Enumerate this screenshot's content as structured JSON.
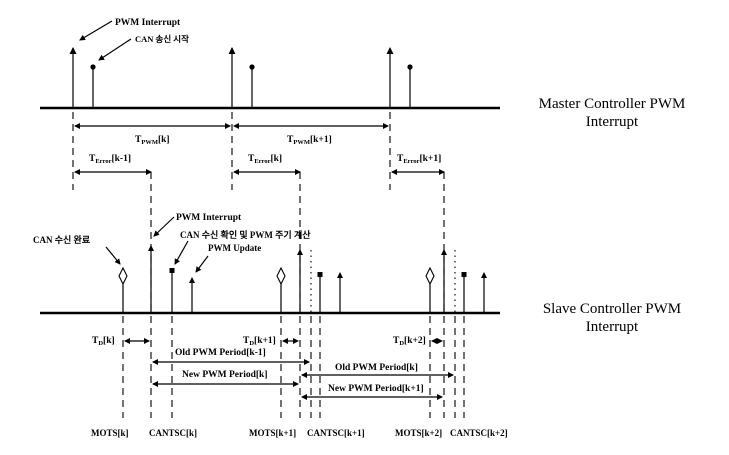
{
  "master": {
    "title_line1": "Master Controller PWM",
    "title_line2": "Interrupt",
    "pwm_interrupt": "PWM Interrupt",
    "can_tx_start": "CAN 송신 시작",
    "tpwm_k": {
      "main": "T",
      "sub": "PWM",
      "idx": "[k]"
    },
    "tpwm_k1": {
      "main": "T",
      "sub": "PWM",
      "idx": "[k+1]"
    },
    "terr_km1": {
      "main": "T",
      "sub": "Error",
      "idx": "[k-1]"
    },
    "terr_k": {
      "main": "T",
      "sub": "Error",
      "idx": "[k]"
    },
    "terr_k1": {
      "main": "T",
      "sub": "Error",
      "idx": "[k+1]"
    }
  },
  "slave": {
    "title_line1": "Slave Controller PWM",
    "title_line2": "Interrupt",
    "pwm_interrupt": "PWM Interrupt",
    "can_rx_done": "CAN 수신 완료",
    "can_rx_check": "CAN 수신 확인 및 PWM 주기 계산",
    "pwm_update": "PWM Update",
    "td_k": {
      "main": "T",
      "sub": "D",
      "idx": "[k]"
    },
    "td_k1": {
      "main": "T",
      "sub": "D",
      "idx": "[k+1]"
    },
    "td_k2": {
      "main": "T",
      "sub": "D",
      "idx": "[k+2]"
    },
    "old_period_km1": "Old PWM Period[k-1]",
    "old_period_k": "Old PWM Period[k]",
    "new_period_k": "New PWM Period[k]",
    "new_period_k1": "New PWM Period[k+1]",
    "mots_k": "MOTS[k]",
    "cantsc_k": "CANTSC[k]",
    "mots_k1": "MOTS[k+1]",
    "cantsc_k1": "CANTSC[k+1]",
    "mots_k2": "MOTS[k+2]",
    "cantsc_k2": "CANTSC[k+2]"
  }
}
